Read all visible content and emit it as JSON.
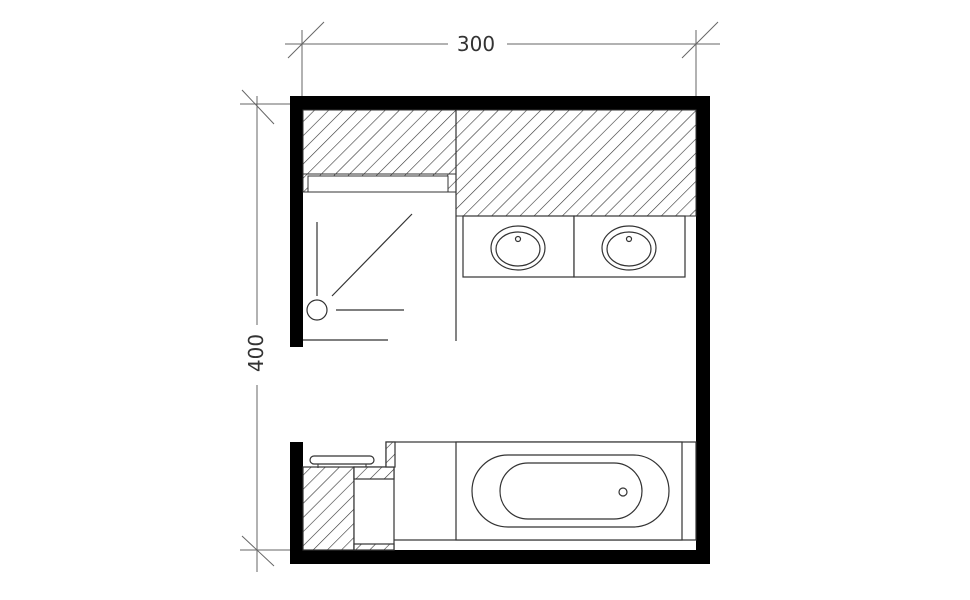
{
  "dimensions": {
    "width_label": "300",
    "height_label": "400"
  },
  "colors": {
    "wall": "#000000",
    "line": "#333333",
    "dim_line": "#666666",
    "background": "#ffffff"
  },
  "fixtures": [
    "shower-corner",
    "double-vanity",
    "wash-basin",
    "bathtub",
    "toilet",
    "storage-cabinet"
  ]
}
